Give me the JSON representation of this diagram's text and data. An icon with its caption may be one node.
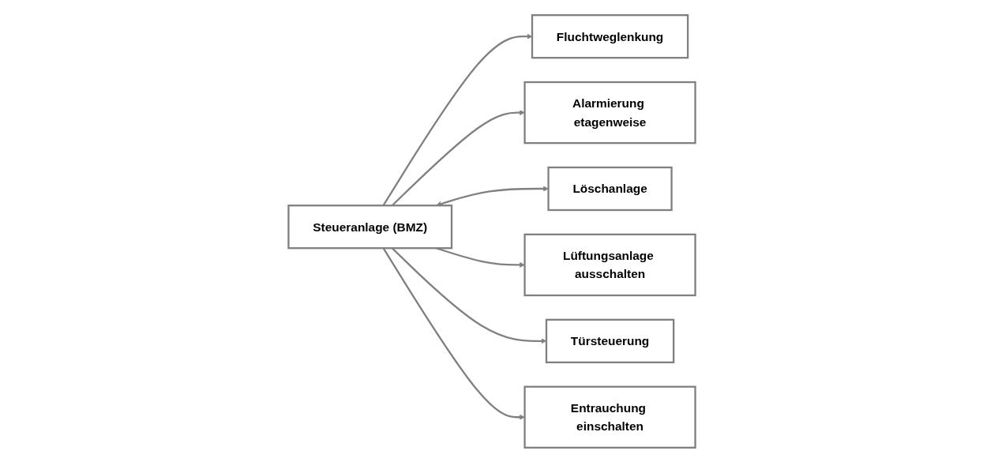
{
  "diagram": {
    "nodes": [
      {
        "text": [
          "Fluchtweglenkung"
        ]
      },
      {
        "text": [
          "Alarmierung etagenweise"
        ]
      },
      {
        "text": [
          "Löschanlage"
        ]
      },
      {
        "text": [
          "Steueranlage (BMZ)"
        ]
      },
      {
        "text": [
          "Lüftungsanlage ausschalten"
        ]
      },
      {
        "text": [
          "Türsteuerung"
        ]
      },
      {
        "text": [
          "Entrauchung einschalten"
        ]
      }
    ],
    "edges": [
      {
        "from": 3,
        "to": 0,
        "arrow": "to"
      },
      {
        "from": 3,
        "to": 1,
        "arrow": "to"
      },
      {
        "from": 3,
        "to": 2,
        "arrow": "both"
      },
      {
        "from": 3,
        "to": 4,
        "arrow": "to"
      },
      {
        "from": 3,
        "to": 5,
        "arrow": "to"
      },
      {
        "from": 3,
        "to": 6,
        "arrow": "to"
      }
    ]
  }
}
